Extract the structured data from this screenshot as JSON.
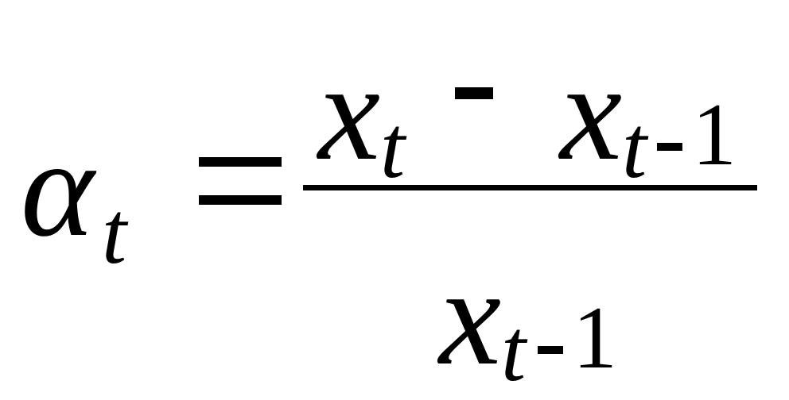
{
  "formula": {
    "lhs": {
      "symbol": "α",
      "subscript": "t"
    },
    "numerator": {
      "term1": {
        "symbol": "x",
        "subscript": "t"
      },
      "term2": {
        "symbol": "x",
        "subscript_var": "t",
        "subscript_offset": "1"
      }
    },
    "denominator": {
      "symbol": "x",
      "subscript_var": "t",
      "subscript_offset": "1"
    }
  }
}
